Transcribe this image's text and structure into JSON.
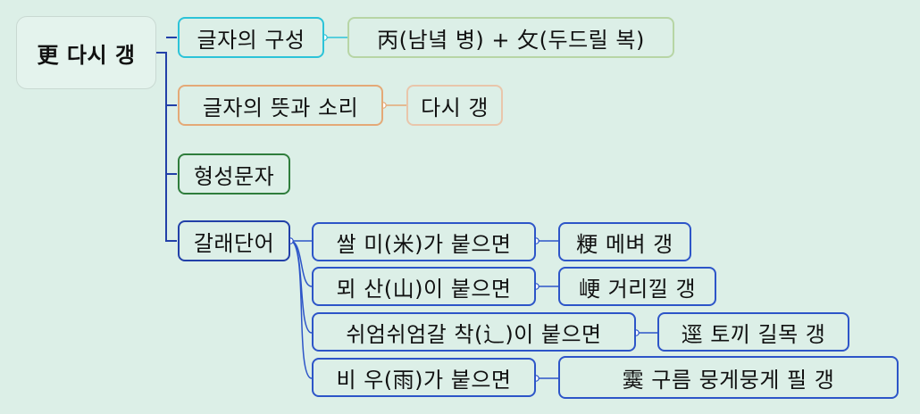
{
  "root": {
    "label": "更 다시 갱"
  },
  "branches": {
    "composition": {
      "label": "글자의 구성",
      "detail": "丙(남녘 병) + 攵(두드릴 복)"
    },
    "meaning": {
      "label": "글자의 뜻과 소리",
      "detail": "다시 갱"
    },
    "type": {
      "label": "형성문자"
    },
    "derived": {
      "label": "갈래단어",
      "items": [
        {
          "condition": "쌀 미(米)가 붙으면",
          "result": "粳 메벼 갱"
        },
        {
          "condition": "뫼 산(山)이 붙으면",
          "result": "峺 거리낄 갱"
        },
        {
          "condition": "쉬엄쉬엄갈 착(辶)이 붙으면",
          "result": "逕 토끼 길목 갱"
        },
        {
          "condition": "비 우(雨)가 붙으면",
          "result": "霙 구름 뭉게뭉게 필 갱"
        }
      ]
    }
  },
  "colors": {
    "root_link": "#2240a8",
    "composition": "#2cc3d8",
    "meaning": "#e4a977",
    "type": "#2f7d3c",
    "derived": "#2240a8",
    "composition_detail": "#b7d5a5",
    "meaning_detail": "#e9c6ab",
    "derived_items": "#2d55c8"
  }
}
